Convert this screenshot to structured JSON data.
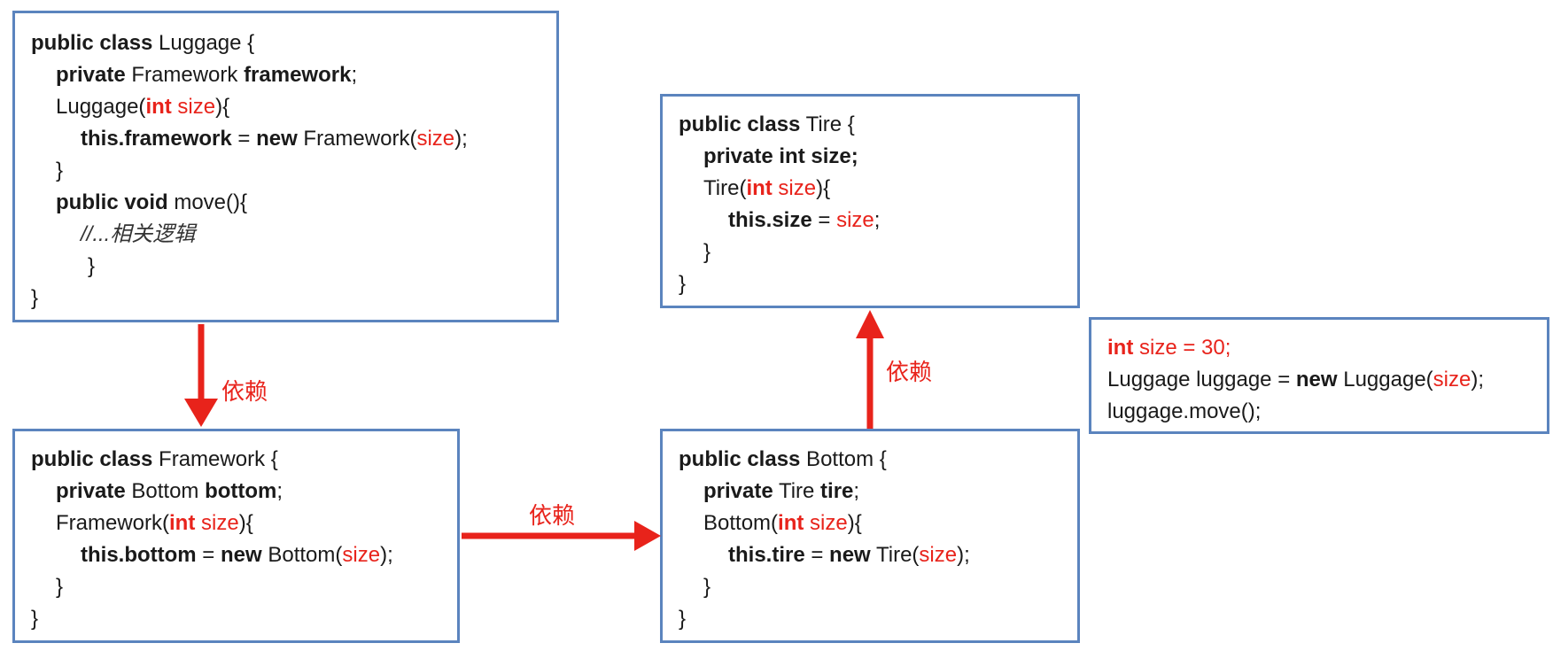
{
  "luggage": {
    "l1": [
      "public class",
      " Luggage {"
    ],
    "l2": [
      "private",
      " Framework ",
      "framework",
      ";"
    ],
    "l3": [
      "Luggage(",
      "int",
      " size",
      "){"
    ],
    "l4": [
      "this.framework",
      " = ",
      "new",
      " Framework(",
      "size",
      ");"
    ],
    "l5": "}",
    "l6": [
      "public void",
      " move(){"
    ],
    "l7": "//...相关逻辑",
    "l8": "}",
    "l9": "}"
  },
  "framework": {
    "l1": [
      "public class",
      " Framework {"
    ],
    "l2": [
      "private",
      " Bottom ",
      "bottom",
      ";"
    ],
    "l3": [
      "Framework(",
      "int",
      " size",
      "){"
    ],
    "l4": [
      "this.bottom",
      " = ",
      "new",
      " Bottom(",
      "size",
      ");"
    ],
    "l5": "}",
    "l6": "}"
  },
  "tire": {
    "l1": [
      "public class",
      " Tire {"
    ],
    "l2": "private int size;",
    "l3": [
      "Tire(",
      "int",
      " size",
      "){"
    ],
    "l4": [
      "this.size",
      " = ",
      "size",
      ";"
    ],
    "l5": "}",
    "l6": "}"
  },
  "bottom": {
    "l1": [
      "public class",
      " Bottom {"
    ],
    "l2": [
      "private",
      " Tire ",
      "tire",
      ";"
    ],
    "l3": [
      "Bottom(",
      "int",
      " size",
      "){"
    ],
    "l4": [
      "this.tire",
      " = ",
      "new",
      " Tire(",
      "size",
      ");"
    ],
    "l5": "}",
    "l6": "}"
  },
  "main": {
    "l1": [
      "int",
      " size = 30;"
    ],
    "l2": [
      "Luggage luggage = ",
      "new",
      " Luggage(",
      "size",
      ");"
    ],
    "l3": "luggage.move();"
  },
  "edges": {
    "luggage_framework": "依赖",
    "framework_bottom": "依赖",
    "bottom_tire": "依赖"
  },
  "colors": {
    "border": "#5b84be",
    "arrow": "#e8231b",
    "keyword_red": "#e8231b"
  }
}
